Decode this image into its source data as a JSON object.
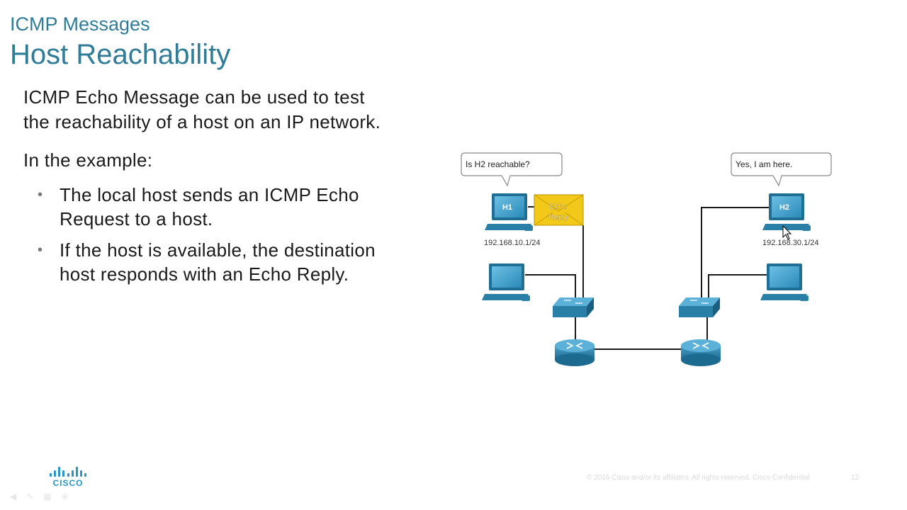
{
  "header": {
    "subtitle": "ICMP Messages",
    "title": "Host Reachability"
  },
  "body": {
    "lead": "ICMP Echo Message can be used to test the reachability of a host on an IP network.",
    "example_intro": "In the example:",
    "bullets": [
      "The local host sends an ICMP Echo Request to a host.",
      "If the host is available, the destination host responds with an Echo Reply."
    ]
  },
  "diagram": {
    "h1_label": "H1",
    "h2_label": "H2",
    "h1_ip": "192.168.10.1/24",
    "h2_ip": "192.168.30.1/24",
    "bubble_left": "Is H2 reachable?",
    "bubble_right": "Yes, I am here.",
    "envelope_line1": "Echo",
    "envelope_line2": "Reply"
  },
  "branding": {
    "logo_text": "CISCO"
  },
  "footer": {
    "copyright": "© 2016  Cisco  and/or  its affiliates.  All rights  reserved.   Cisco  Confidential",
    "page": "12"
  },
  "colors": {
    "title": "#2f7c99",
    "device": "#2a7fa6",
    "envelope": "#f2c919",
    "logo": "#2a95c9"
  }
}
